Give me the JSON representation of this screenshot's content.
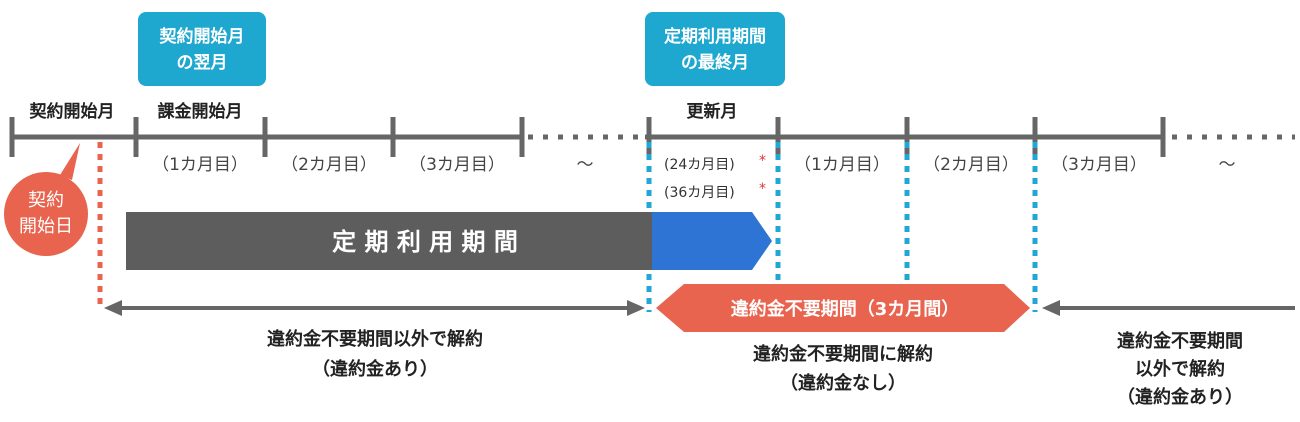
{
  "top_labels": {
    "contract_next_month": [
      "契約開始月",
      "の翌月"
    ],
    "period_last_month": [
      "定期利用期間",
      "の最終月"
    ]
  },
  "timeline_labels": {
    "contract_start_month": "契約開始月",
    "billing_start_month": "課金開始月",
    "renewal_month": "更新月"
  },
  "month_labels_first": [
    "（1カ月目）",
    "（2カ月目）",
    "（3カ月目）",
    "～"
  ],
  "renewal_months": [
    "(24カ月目)",
    "(36カ月目)"
  ],
  "asterisk": "*",
  "month_labels_after": [
    "（1カ月目）",
    "（2カ月目）",
    "（3カ月目）",
    "～"
  ],
  "contract_start_day": [
    "契約",
    "開始日"
  ],
  "fixed_period_label": "定 期 利 用 期 間",
  "free_period_label": "違約金不要期間（3カ月間）",
  "captions": {
    "left": [
      "違約金不要期間以外で解約",
      "（違約金あり）"
    ],
    "center": [
      "違約金不要期間に解約",
      "（違約金なし）"
    ],
    "right": [
      "違約金不要期間",
      "以外で解約",
      "（違約金あり）"
    ]
  },
  "colors": {
    "teal": "#1ea7cf",
    "gray_bar": "#5d5d5d",
    "blue_segment": "#2e74d4",
    "coral": "#e8644f",
    "timeline": "#666666",
    "dotted_blue": "#22a6d6",
    "dotted_red": "#e8644f"
  }
}
